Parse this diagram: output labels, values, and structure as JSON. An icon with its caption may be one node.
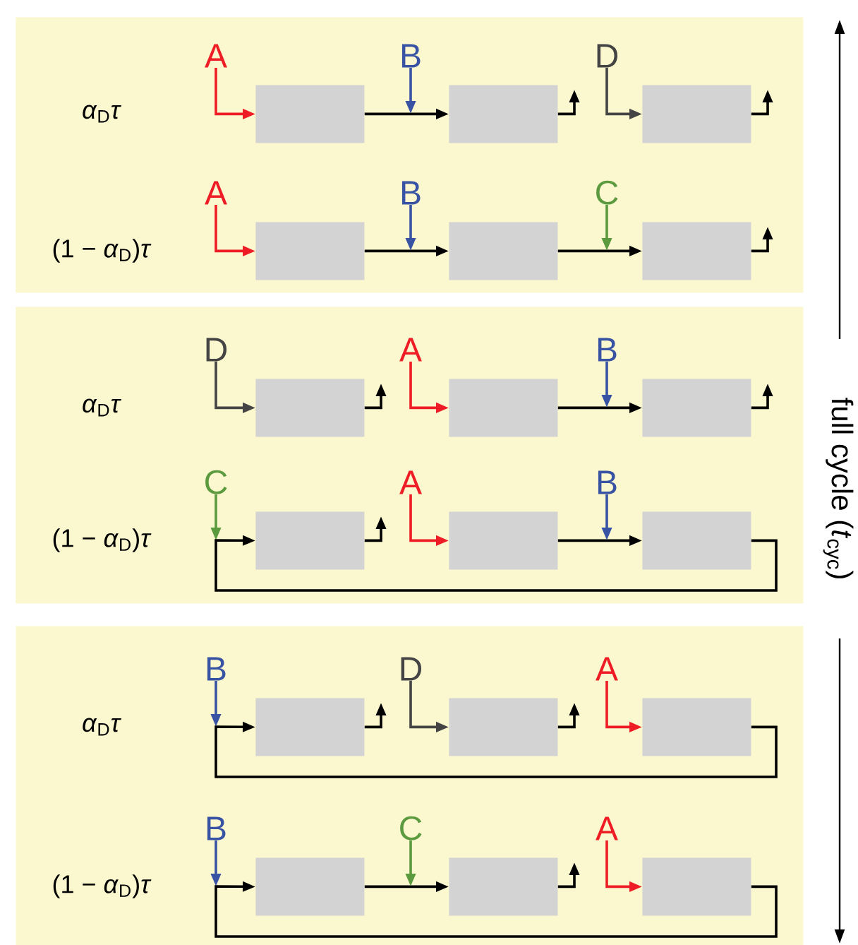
{
  "diagram": {
    "nodes": [
      {
        "text": [
          "*α*$_{D}$*τ*",
          "(1 − *α*$_{D}$)*τ*"
        ]
      },
      {
        "text": [
          "A"
        ],
        "in": 0
      },
      {
        "text": [
          "B"
        ],
        "in": 0
      },
      {
        "text": [
          "D"
        ],
        "in": 0
      },
      {
        "text": [],
        "shape": "box",
        "in": 0
      },
      {
        "text": [],
        "shape": "box",
        "in": 0
      },
      {
        "text": [],
        "shape": "box",
        "in": 0
      },
      {
        "text": [
          "A"
        ],
        "in": 0
      },
      {
        "text": [
          "B"
        ],
        "in": 0
      },
      {
        "text": [
          "C"
        ],
        "in": 0
      },
      {
        "text": [],
        "shape": "box",
        "in": 0
      },
      {
        "text": [],
        "shape": "box",
        "in": 0
      },
      {
        "text": [],
        "shape": "box",
        "in": 0
      },
      {
        "text": [
          "*α*$_{D}$*τ*",
          "(1 − *α*$_{D}$)*τ*"
        ]
      },
      {
        "text": [
          "D"
        ],
        "in": 13
      },
      {
        "text": [
          "A"
        ],
        "in": 13
      },
      {
        "text": [
          "B"
        ],
        "in": 13
      },
      {
        "text": [],
        "shape": "box",
        "in": 13
      },
      {
        "text": [],
        "shape": "box",
        "in": 13
      },
      {
        "text": [],
        "shape": "box",
        "in": 13
      },
      {
        "text": [
          "C"
        ],
        "in": 13
      },
      {
        "text": [
          "A"
        ],
        "in": 13
      },
      {
        "text": [
          "B"
        ],
        "in": 13
      },
      {
        "text": [],
        "shape": "box",
        "in": 13
      },
      {
        "text": [],
        "shape": "box",
        "in": 13
      },
      {
        "text": [],
        "shape": "box",
        "in": 13
      },
      {
        "text": [
          "*α*$_{D}$*τ*",
          "(1 − *α*$_{D}$)*τ*"
        ]
      },
      {
        "text": [
          "B"
        ],
        "in": 26
      },
      {
        "text": [
          "D"
        ],
        "in": 26
      },
      {
        "text": [
          "A"
        ],
        "in": 26
      },
      {
        "text": [],
        "shape": "box",
        "in": 26
      },
      {
        "text": [],
        "shape": "box",
        "in": 26
      },
      {
        "text": [],
        "shape": "box",
        "in": 26
      },
      {
        "text": [
          "B"
        ],
        "in": 26
      },
      {
        "text": [
          "C"
        ],
        "in": 26
      },
      {
        "text": [
          "A"
        ],
        "in": 26
      },
      {
        "text": [],
        "shape": "box",
        "in": 26
      },
      {
        "text": [],
        "shape": "box",
        "in": 26
      },
      {
        "text": [],
        "shape": "box",
        "in": 26
      }
    ],
    "edges": [
      {
        "from": 1,
        "to": 4,
        "arrow": "to",
        "color": "#ee1c25"
      },
      {
        "from": 4,
        "to": 5,
        "arrow": "to"
      },
      {
        "from": 2,
        "to": null,
        "arrow": "to",
        "color": "#3953a4"
      },
      {
        "from": 5,
        "to": null,
        "arrow": "to"
      },
      {
        "from": 3,
        "to": 6,
        "arrow": "to",
        "color": "#444444"
      },
      {
        "from": 6,
        "to": null,
        "arrow": "to"
      },
      {
        "from": 7,
        "to": 10,
        "arrow": "to",
        "color": "#ee1c25"
      },
      {
        "from": 10,
        "to": 11,
        "arrow": "to"
      },
      {
        "from": 8,
        "to": null,
        "arrow": "to",
        "color": "#3953a4"
      },
      {
        "from": 11,
        "to": 12,
        "arrow": "to"
      },
      {
        "from": 9,
        "to": null,
        "arrow": "to",
        "color": "#5b9a3e"
      },
      {
        "from": 12,
        "to": null,
        "arrow": "to"
      },
      {
        "from": 14,
        "to": 17,
        "arrow": "to",
        "color": "#444444"
      },
      {
        "from": 17,
        "to": null,
        "arrow": "to"
      },
      {
        "from": 15,
        "to": 18,
        "arrow": "to",
        "color": "#ee1c25"
      },
      {
        "from": 18,
        "to": 19,
        "arrow": "to"
      },
      {
        "from": 16,
        "to": null,
        "arrow": "to",
        "color": "#3953a4"
      },
      {
        "from": 19,
        "to": null,
        "arrow": "to"
      },
      {
        "from": 20,
        "to": null,
        "arrow": "to",
        "color": "#5b9a3e"
      },
      {
        "from": 25,
        "to": 23,
        "arrow": "to"
      },
      {
        "from": 23,
        "to": null,
        "arrow": "to"
      },
      {
        "from": 21,
        "to": 24,
        "arrow": "to",
        "color": "#ee1c25"
      },
      {
        "from": 24,
        "to": 25,
        "arrow": "to"
      },
      {
        "from": 22,
        "to": null,
        "arrow": "to",
        "color": "#3953a4"
      },
      {
        "from": 27,
        "to": null,
        "arrow": "to",
        "color": "#3953a4"
      },
      {
        "from": 32,
        "to": 30,
        "arrow": "to"
      },
      {
        "from": 30,
        "to": null,
        "arrow": "to"
      },
      {
        "from": 28,
        "to": 31,
        "arrow": "to",
        "color": "#444444"
      },
      {
        "from": 31,
        "to": null,
        "arrow": "to"
      },
      {
        "from": 29,
        "to": 32,
        "arrow": "to",
        "color": "#ee1c25"
      },
      {
        "from": 33,
        "to": null,
        "arrow": "to",
        "color": "#3953a4"
      },
      {
        "from": 38,
        "to": 36,
        "arrow": "to"
      },
      {
        "from": 36,
        "to": 37,
        "arrow": "to"
      },
      {
        "from": 34,
        "to": null,
        "arrow": "to",
        "color": "#5b9a3e"
      },
      {
        "from": 37,
        "to": null,
        "arrow": "to"
      },
      {
        "from": 35,
        "to": 38,
        "arrow": "to",
        "color": "#ee1c25"
      }
    ],
    "labels": [
      "full cycle (*t*$_{cyc}$)"
    ]
  }
}
